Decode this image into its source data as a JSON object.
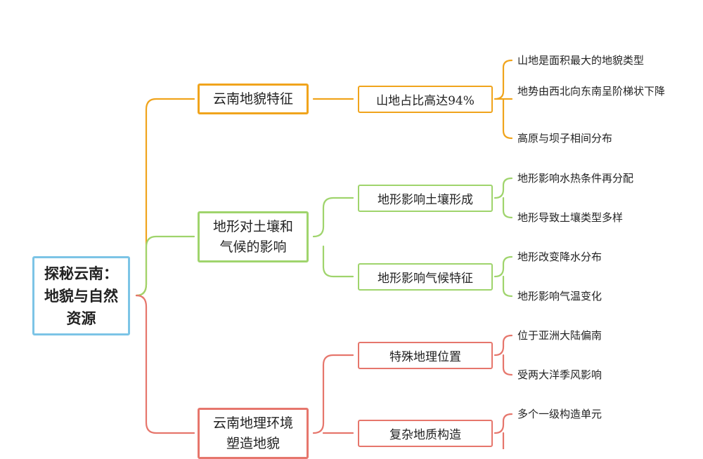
{
  "colors": {
    "root": "#7cc4e6",
    "branch_1": "#f0a41c",
    "branch_2": "#9fd46c",
    "branch_3": "#e6766c"
  },
  "root": {
    "label": "探秘云南：\n地貌与自然\n资源"
  },
  "branches": [
    {
      "label": "云南地貌特征",
      "children": [
        {
          "label": "山地占比高达94%",
          "leaves": [
            "山地是面积最大的地貌类型",
            "地势由西北向东南呈阶梯状下降",
            "高原与坝子相间分布"
          ]
        }
      ]
    },
    {
      "label": "地形对土壤和\n气候的影响",
      "children": [
        {
          "label": "地形影响土壤形成",
          "leaves": [
            "地形影响水热条件再分配",
            "地形导致土壤类型多样"
          ]
        },
        {
          "label": "地形影响气候特征",
          "leaves": [
            "地形改变降水分布",
            "地形影响气温变化"
          ]
        }
      ]
    },
    {
      "label": "云南地理环境\n塑造地貌",
      "children": [
        {
          "label": "特殊地理位置",
          "leaves": [
            "位于亚洲大陆偏南",
            "受两大洋季风影响"
          ]
        },
        {
          "label": "复杂地质构造",
          "leaves": [
            "多个一级构造单元"
          ]
        }
      ]
    }
  ]
}
